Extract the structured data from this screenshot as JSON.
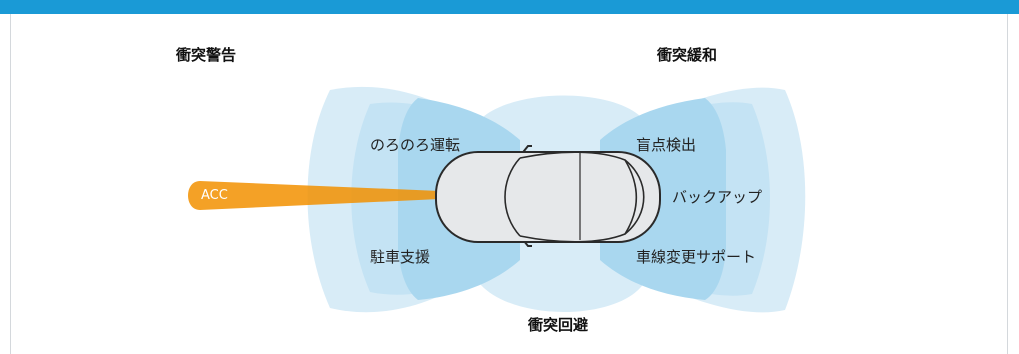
{
  "headings": {
    "collision_warning": "衝突警告",
    "collision_mitigation": "衝突緩和",
    "collision_avoidance": "衝突回避"
  },
  "zones": {
    "slow_driving": "のろのろ運転",
    "parking_assist": "駐車支援",
    "blind_spot": "盲点検出",
    "backup": "バックアップ",
    "lane_change": "車線変更サポート"
  },
  "acc": {
    "label": "ACC"
  },
  "colors": {
    "header_bar": "#1a9ad6",
    "zone_outer": "#d8ecf7",
    "zone_mid": "#c4e3f4",
    "zone_inner": "#a9d7ef",
    "acc_beam": "#f29100",
    "car_body": "#e6e8ea",
    "car_outline": "#2a2a2a"
  }
}
